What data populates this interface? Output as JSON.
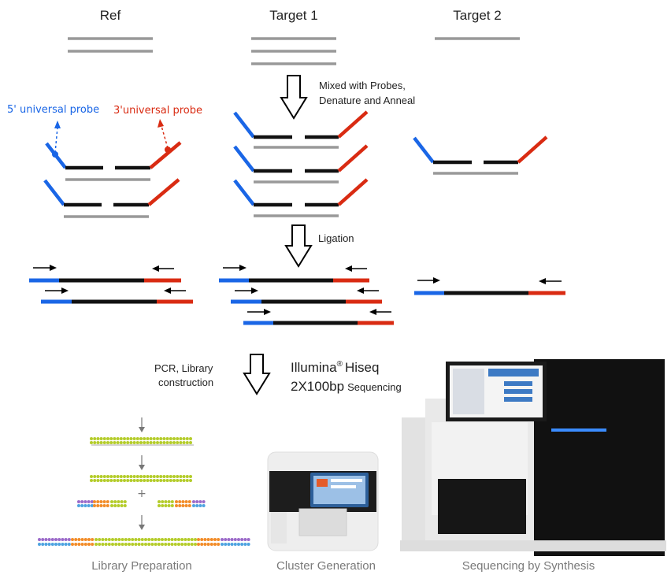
{
  "columns": {
    "ref": "Ref",
    "target1": "Target 1",
    "target2": "Target 2"
  },
  "steps": {
    "anneal": [
      "Mixed with Probes,",
      "Denature and Anneal"
    ],
    "ligation": "Ligation",
    "pcr": [
      "PCR, Library",
      "construction"
    ]
  },
  "probes": {
    "five_prime": "5' universal probe",
    "three_prime": "3'universal probe"
  },
  "sequencer": {
    "brand": "Illumina",
    "mark": "®",
    "model": "Hiseq",
    "read_length": "2X100bp",
    "read_suffix": "Sequencing"
  },
  "captions": {
    "library": "Library Preparation",
    "cluster": "Cluster Generation",
    "synthesis": "Sequencing by Synthesis"
  },
  "colors": {
    "five_prime_probe": "#1a66e6",
    "three_prime_probe": "#d92b12",
    "target_strand": "#999999",
    "probe_body": "#111111"
  }
}
